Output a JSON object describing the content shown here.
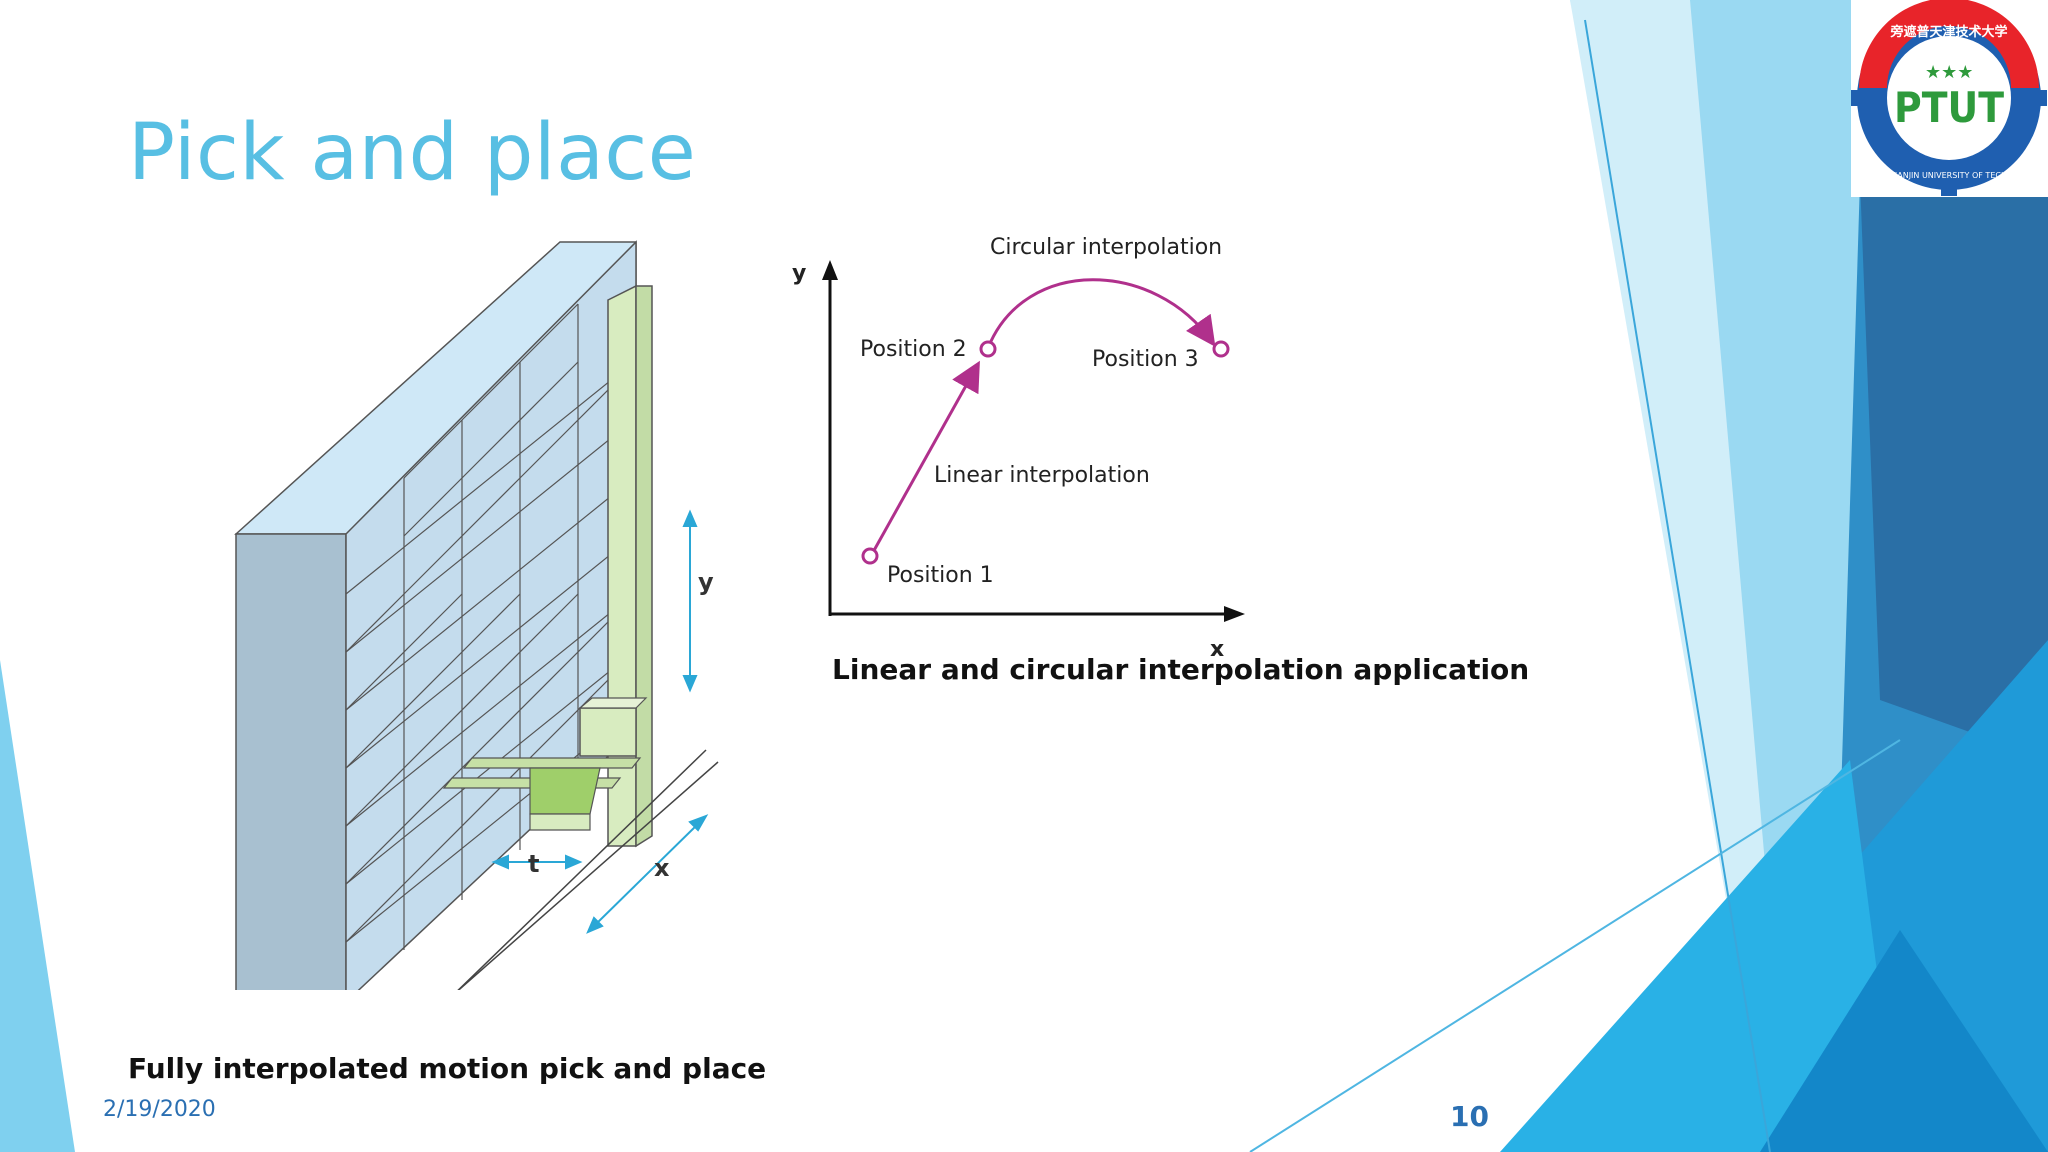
{
  "slide": {
    "title": "Pick and place",
    "date": "2/19/2020",
    "page_number": "10"
  },
  "figure_left": {
    "caption": "Fully interpolated motion pick and place",
    "labels": {
      "y": "y",
      "t": "t",
      "x": "x"
    }
  },
  "figure_right": {
    "caption": "Linear and circular interpolation application",
    "axis_y": "y",
    "axis_x": "x",
    "position_1": "Position 1",
    "position_2": "Position 2",
    "position_3": "Position 3",
    "linear_label": "Linear interpolation",
    "circular_label": "Circular interpolation"
  },
  "logo": {
    "text": "PTUT",
    "ring_text": "PUNJAB TIANJIN UNIVERSITY OF TECHNOLOGY",
    "chinese_text": "旁遮普天津技术大学",
    "colors": {
      "ring": "#e8242a",
      "gear": "#1f5fb0",
      "text": "#2e9a3c"
    }
  },
  "colors": {
    "title": "#58bfe3",
    "accent_blue": "#2a6fb2",
    "shelf_face": "#a8c0d0",
    "shelf_top": "#cfe8f7",
    "gantry_green": "#d8ecc0",
    "arc_magenta": "#b0308c"
  }
}
